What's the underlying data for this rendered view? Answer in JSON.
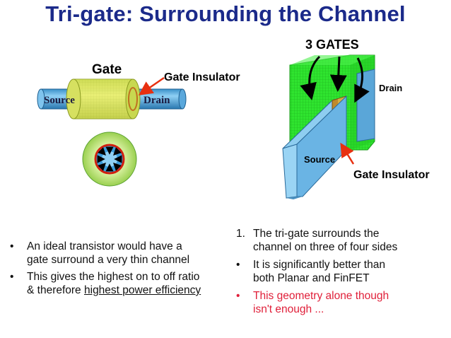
{
  "title": "Tri-gate: Surrounding the Channel",
  "left_diagram": {
    "gate": "Gate",
    "gate_insulator": "Gate Insulator",
    "source": "Source",
    "drain": "Drain"
  },
  "right_diagram": {
    "gates": "3 GATES",
    "drain": "Drain",
    "source": "Source",
    "gate_insulator": "Gate Insulator"
  },
  "left_bullets": [
    {
      "marker": "•",
      "line1": "An ideal transistor would have a",
      "line2": "gate surround a very thin channel"
    },
    {
      "marker": "•",
      "line1": "This gives the highest on to off ratio",
      "line2_pre": "& therefore ",
      "line2_ul": "highest power efficiency"
    }
  ],
  "right_bullets": [
    {
      "marker": "1.",
      "line1": "The tri-gate surrounds the",
      "line2": "channel on three of four sides"
    },
    {
      "marker": "•",
      "line1": "It is significantly better than",
      "line2": "both Planar and FinFET"
    },
    {
      "marker": "•",
      "line1": "This geometry alone though",
      "line2": "isn't enough ..."
    }
  ],
  "colors": {
    "title": "#1b2a8a",
    "gate_green": "#2ee82e",
    "channel_blue": "#6ab0e0",
    "insulator_orange": "#c08a2a",
    "arrow_red": "#e83010",
    "highlight_red": "#e0203a"
  }
}
